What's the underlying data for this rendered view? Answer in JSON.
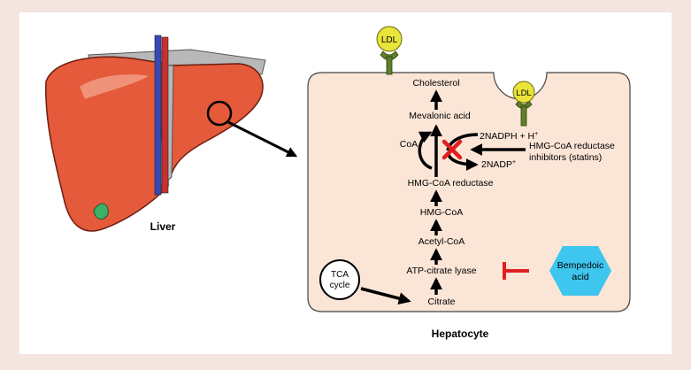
{
  "labels": {
    "liver": "Liver",
    "hepatocyte": "Hepatocyte",
    "ldl_top": "LDL",
    "ldl_inner": "LDL",
    "cholesterol": "Cholesterol",
    "mevalonic_acid": "Mevalonic acid",
    "coa": "CoA",
    "nadph": "2NADPH + H",
    "nadph_sup": "+",
    "nadp": "2NADP",
    "nadp_sup": "+",
    "statins_line1": "HMG-CoA reductase",
    "statins_line2": "inhibitors (statins)",
    "hmg_coa_reductase": "HMG-CoA reductase",
    "hmg_coa": "HMG-CoA",
    "acetyl_coa": "Acetyl-CoA",
    "atp_citrate_lyase": "ATP-citrate lyase",
    "citrate": "Citrate",
    "tca_line1": "TCA",
    "tca_line2": "cycle",
    "bempedoic_line1": "Bempedoic",
    "bempedoic_line2": "acid"
  },
  "colors": {
    "background_border": "#f4e5e0",
    "panel": "#ffffff",
    "cell": "#fbe5d6",
    "liver": "#e45a3a",
    "ldl_head": "#e8e43a",
    "ldl_stem": "#5f7f2a",
    "inhibit": "#e02020",
    "hexagon": "#3ec6ee",
    "vena": "#3848b8",
    "artery": "#c83030",
    "gallbladder": "#3eb06a"
  }
}
